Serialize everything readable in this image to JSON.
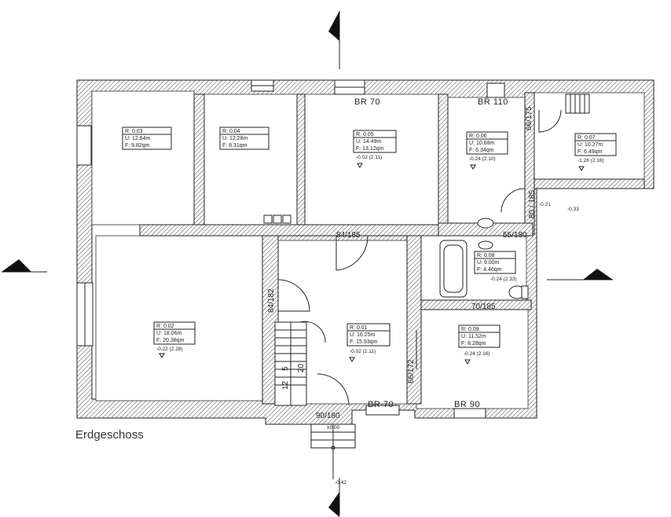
{
  "title": "Erdgeschoss",
  "rooms": [
    {
      "r": "R: 0.03",
      "u": "U: 12.64m",
      "f": "F: 9.82qm"
    },
    {
      "r": "R: 0.04",
      "u": "U: 12.28m",
      "f": "F: 8.31qm"
    },
    {
      "r": "R: 0.05",
      "u": "U: 14.49m",
      "f": "F: 13.12qm",
      "level": "-0.02 (2.11)"
    },
    {
      "r": "R: 0.06",
      "u": "U: 10.68m",
      "f": "F: 6.34qm",
      "level": "-0.24 (2.10)"
    },
    {
      "r": "R: 0.07",
      "u": "U: 10.27m",
      "f": "F: 6.49qm",
      "level": "-1.26 (2.16)"
    },
    {
      "r": "R: 0.08",
      "u": "U: 9.00m",
      "f": "F: 4.46qm",
      "level": "-0.24 (2.33)"
    },
    {
      "r": "R: 0.02",
      "u": "U: 18.06m",
      "f": "F: 20.38qm",
      "level": "-0.22 (2.28)"
    },
    {
      "r": "R: 0.01",
      "u": "U: 16.25m",
      "f": "F: 15.93qm",
      "level": "-0.02 (2.11)"
    },
    {
      "r": "R: 0.09",
      "u": "U: 11.52m",
      "f": "F: 8.28qm",
      "level": "-0.24 (2.16)"
    }
  ],
  "openings": {
    "br70_top": "BR 70",
    "br110": "BR 110",
    "br70_bottom": "BR 70",
    "br90": "BR 90"
  },
  "doors": {
    "d84_185": "84/185",
    "d84_182": "84/182",
    "d66_175": "66/175",
    "d80_185": "80 / 185",
    "d55_180": "55/180",
    "d70_185": "70/185",
    "d66_172": "66/172",
    "d90_180": "90/180"
  },
  "levels": {
    "l_021": "-0.21",
    "l_033": "-0.33",
    "l_000": "±0.00",
    "l_042": "-0.42"
  },
  "stairs": {
    "steps_a": "12",
    "steps_b": "5",
    "steps_c": "20"
  }
}
